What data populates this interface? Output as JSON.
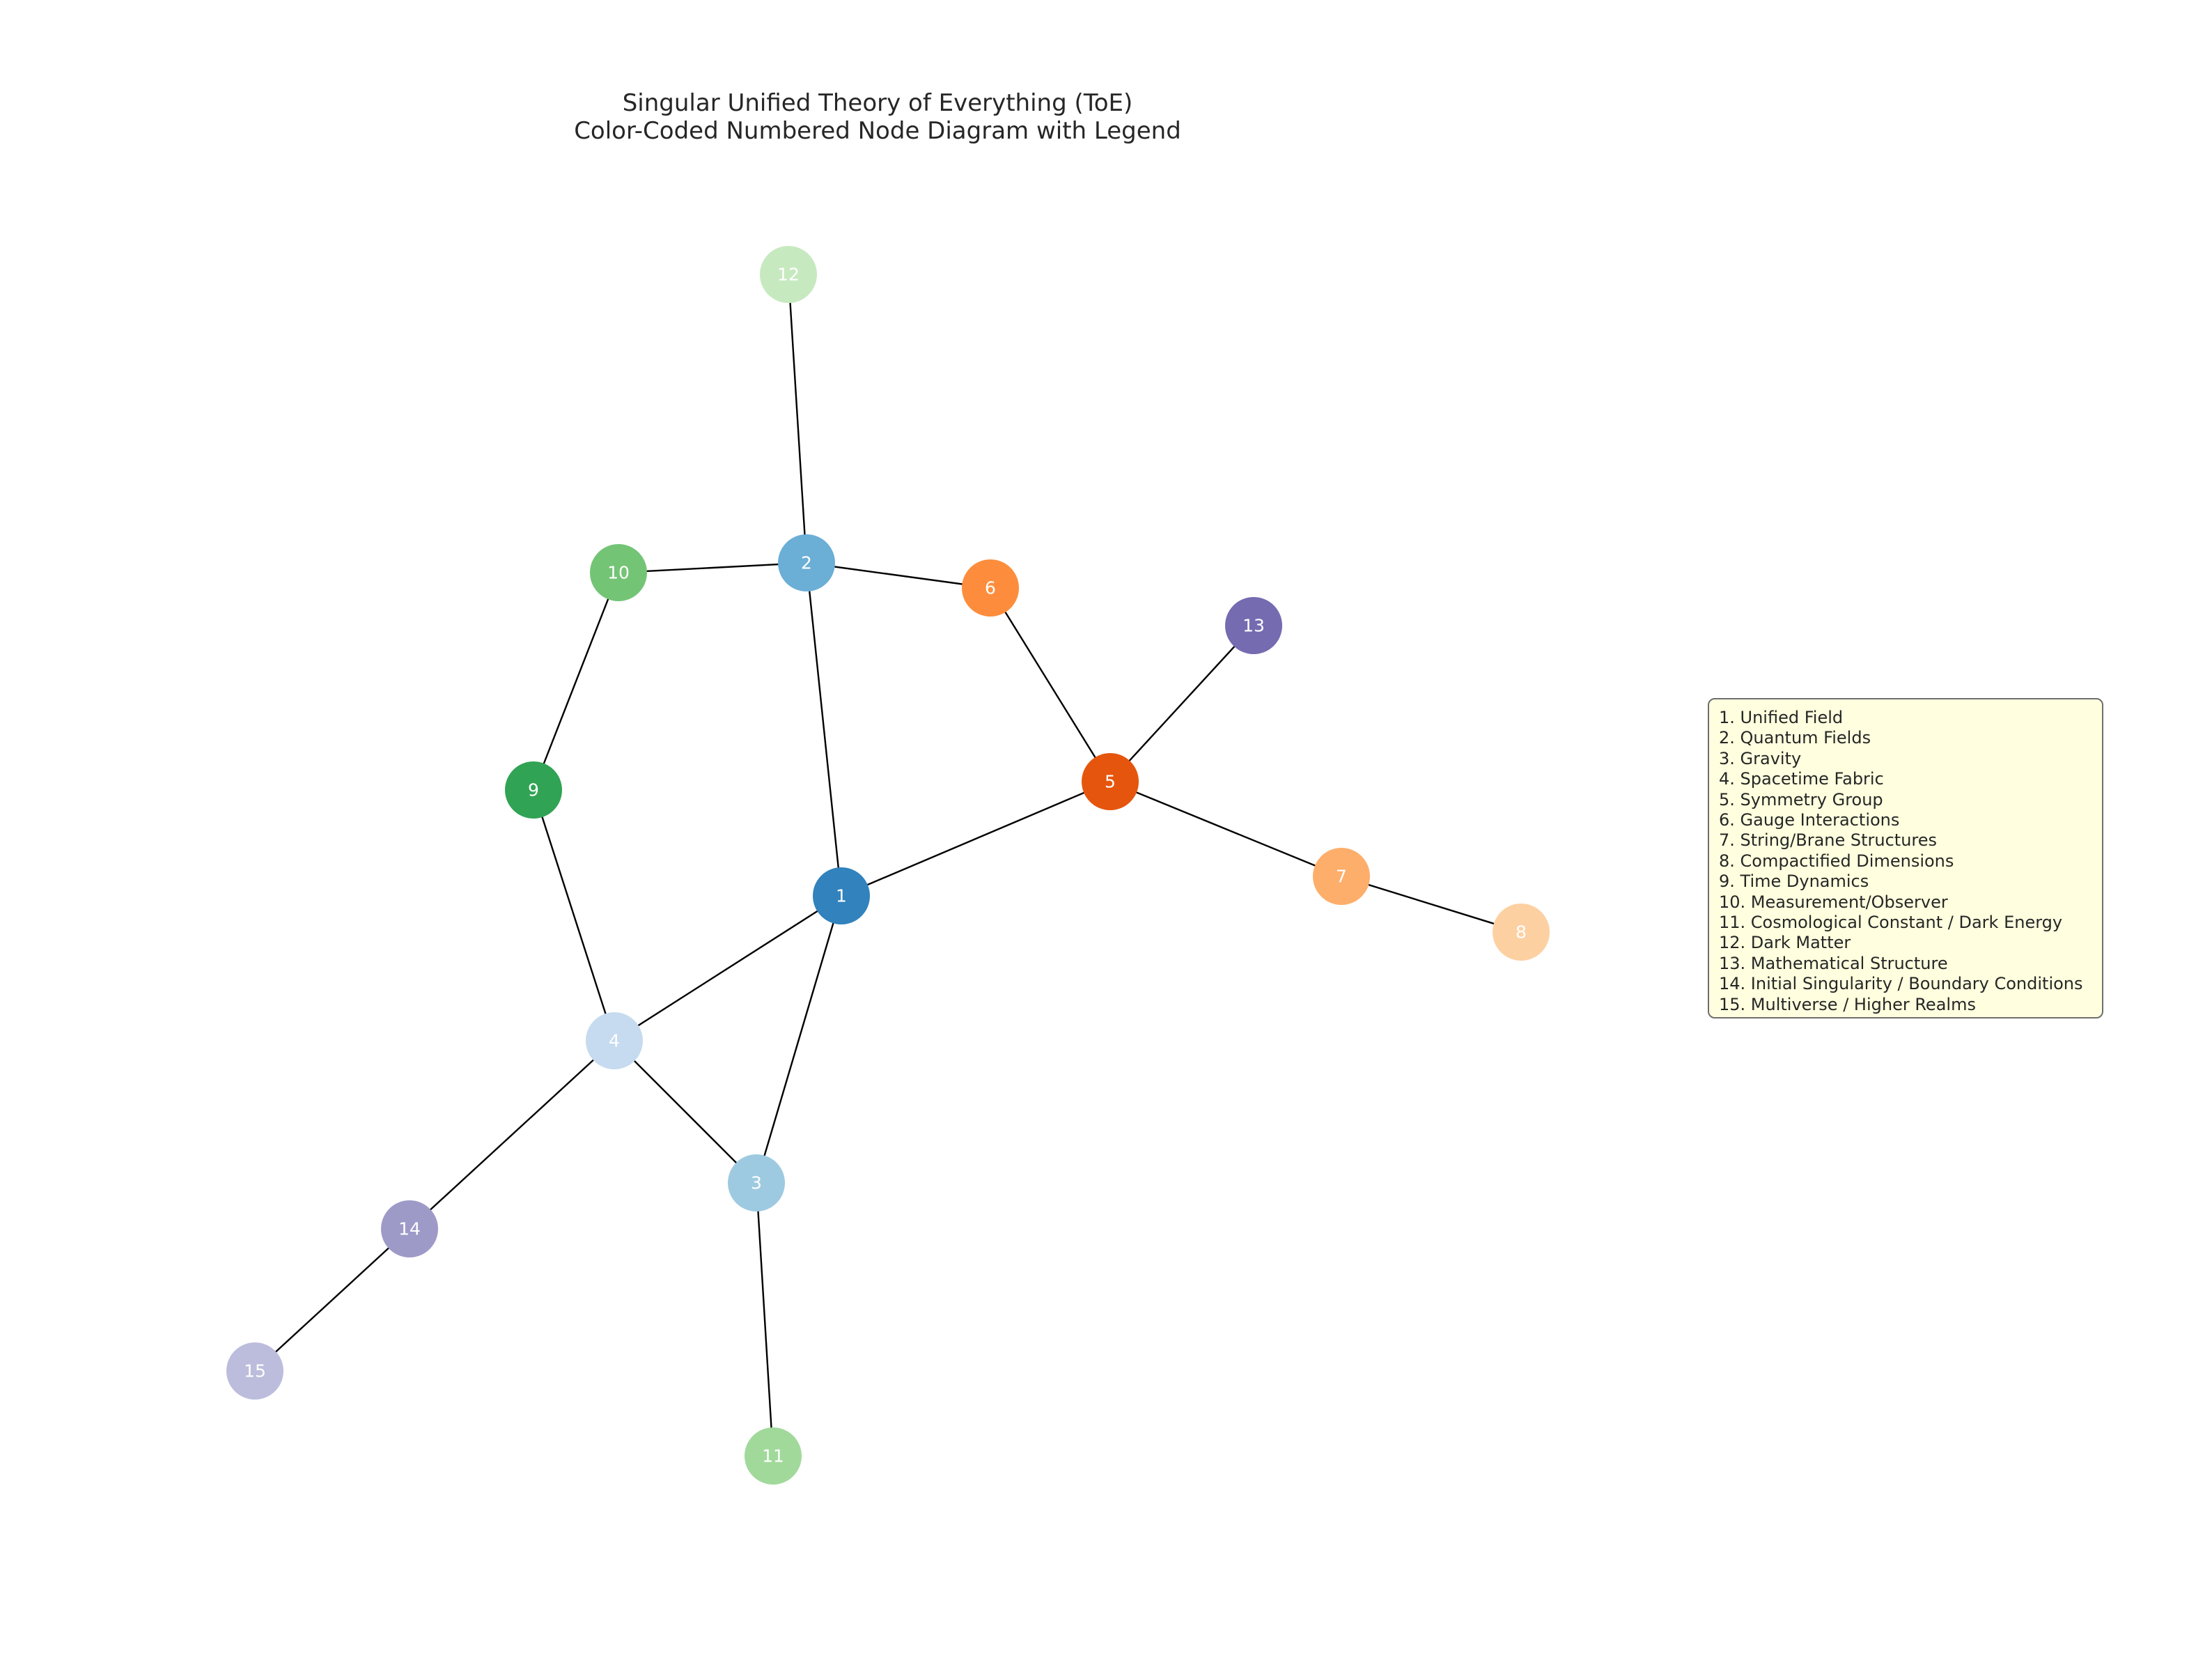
{
  "title": {
    "line1": "Singular Unified Theory of Everything (ToE)",
    "line2": "Color-Coded Numbered Node Diagram with Legend"
  },
  "nodes": [
    {
      "id": "1",
      "label": "1",
      "color": "#3182bd"
    },
    {
      "id": "2",
      "label": "2",
      "color": "#6baed6"
    },
    {
      "id": "3",
      "label": "3",
      "color": "#9ecae1"
    },
    {
      "id": "4",
      "label": "4",
      "color": "#c6dbef"
    },
    {
      "id": "5",
      "label": "5",
      "color": "#e6550d"
    },
    {
      "id": "6",
      "label": "6",
      "color": "#fd8d3c"
    },
    {
      "id": "7",
      "label": "7",
      "color": "#fdae6b"
    },
    {
      "id": "8",
      "label": "8",
      "color": "#fdd0a2"
    },
    {
      "id": "9",
      "label": "9",
      "color": "#31a354"
    },
    {
      "id": "10",
      "label": "10",
      "color": "#74c476"
    },
    {
      "id": "11",
      "label": "11",
      "color": "#a1d99b"
    },
    {
      "id": "12",
      "label": "12",
      "color": "#c7e9c0"
    },
    {
      "id": "13",
      "label": "13",
      "color": "#756bb1"
    },
    {
      "id": "14",
      "label": "14",
      "color": "#9e9ac8"
    },
    {
      "id": "15",
      "label": "15",
      "color": "#bcbddc"
    }
  ],
  "edges": [
    [
      "1",
      "2"
    ],
    [
      "1",
      "3"
    ],
    [
      "1",
      "4"
    ],
    [
      "1",
      "5"
    ],
    [
      "2",
      "6"
    ],
    [
      "2",
      "10"
    ],
    [
      "2",
      "12"
    ],
    [
      "3",
      "4"
    ],
    [
      "3",
      "11"
    ],
    [
      "4",
      "9"
    ],
    [
      "4",
      "14"
    ],
    [
      "5",
      "6"
    ],
    [
      "5",
      "7"
    ],
    [
      "5",
      "13"
    ],
    [
      "7",
      "8"
    ],
    [
      "9",
      "10"
    ],
    [
      "14",
      "15"
    ]
  ],
  "legend": {
    "items": [
      "1. Unified Field",
      "2. Quantum Fields",
      "3. Gravity",
      "4. Spacetime Fabric",
      "5. Symmetry Group",
      "6. Gauge Interactions",
      "7. String/Brane Structures",
      "8. Compactified Dimensions",
      "9. Time Dynamics",
      "10. Measurement/Observer",
      "11. Cosmological Constant / Dark Energy",
      "12. Dark Matter",
      "13. Mathematical Structure",
      "14. Initial Singularity / Boundary Conditions",
      "15. Multiverse / Higher Realms"
    ]
  },
  "colors": {
    "edge": "#000000",
    "node_text": "#ffffff",
    "legend_background": "#ffffdf",
    "legend_border": "#6e6e6e"
  }
}
